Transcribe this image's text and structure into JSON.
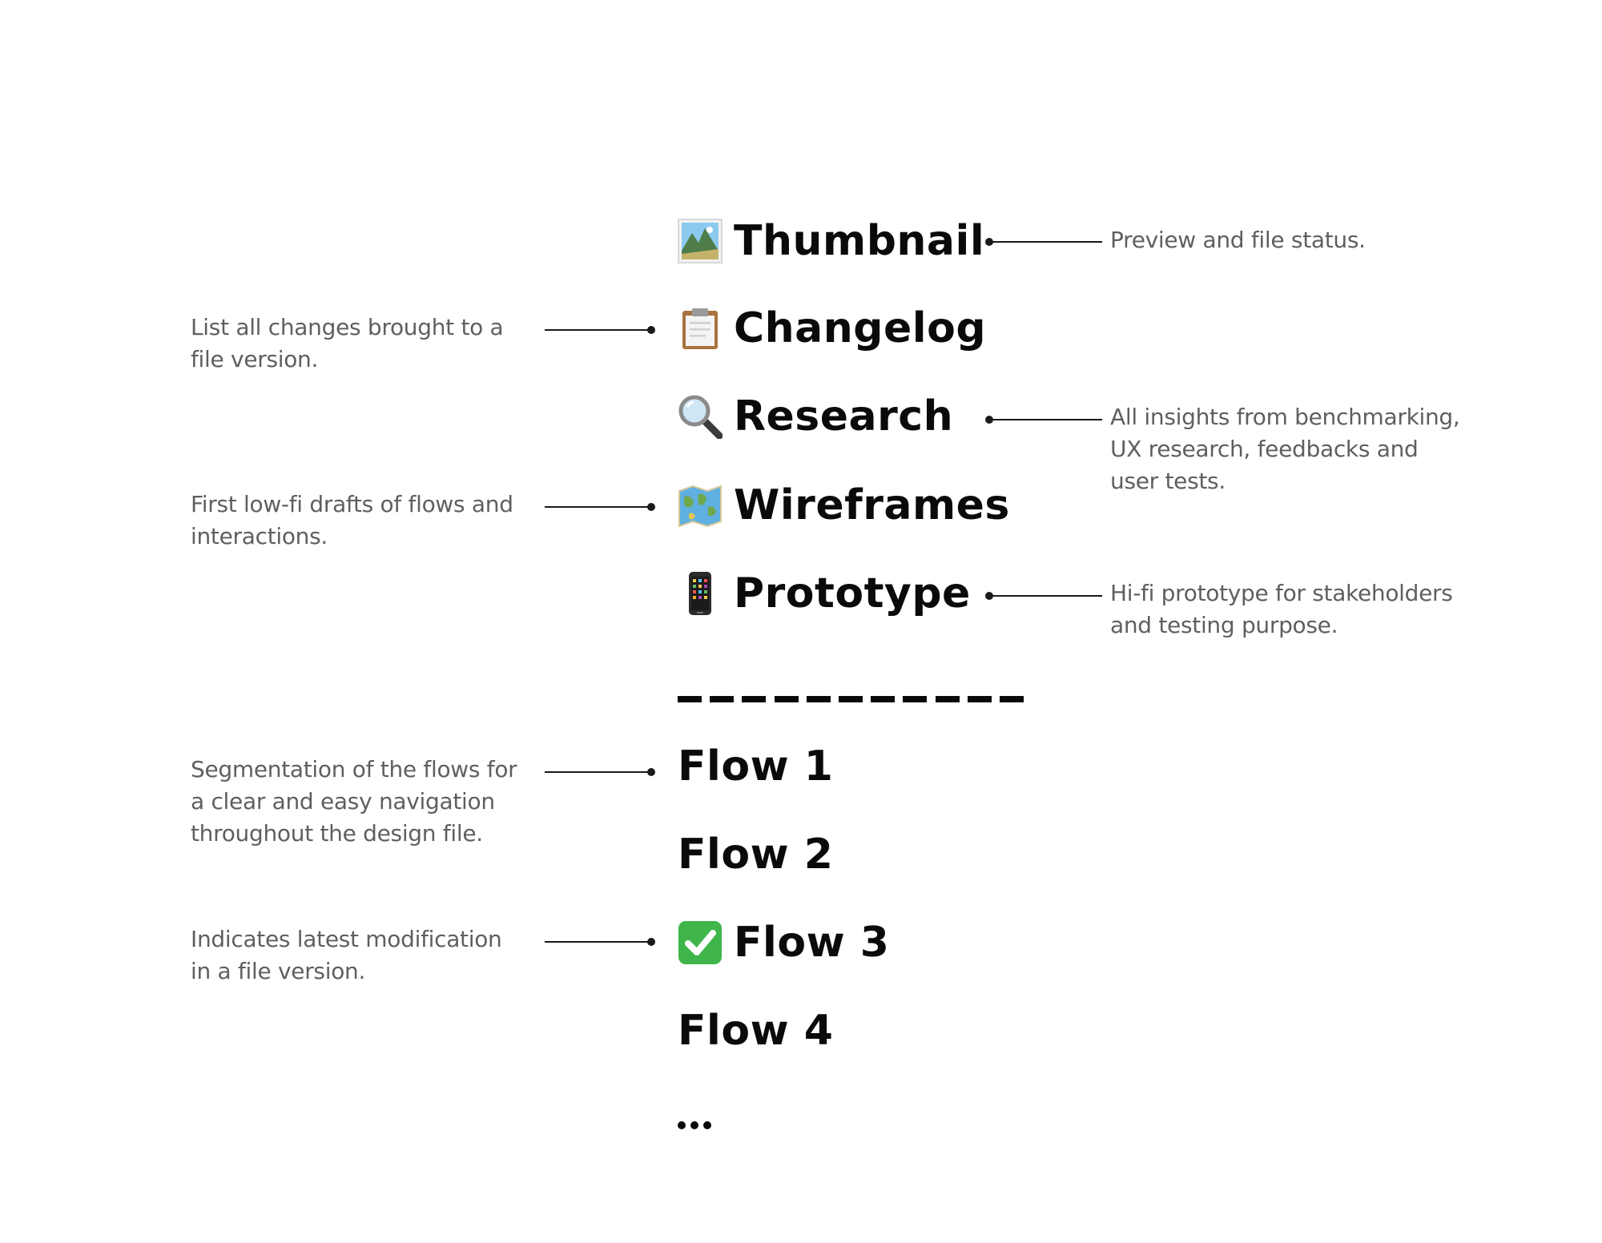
{
  "pages": {
    "thumbnail": {
      "label": "Thumbnail",
      "icon": "framed-picture-icon"
    },
    "changelog": {
      "label": "Changelog",
      "icon": "clipboard-icon"
    },
    "research": {
      "label": "Research",
      "icon": "magnifying-glass-icon"
    },
    "wireframes": {
      "label": "Wireframes",
      "icon": "world-map-icon"
    },
    "prototype": {
      "label": "Prototype",
      "icon": "mobile-phone-icon"
    },
    "flow1": {
      "label": "Flow 1"
    },
    "flow2": {
      "label": "Flow 2"
    },
    "flow3": {
      "label": "Flow 3",
      "icon": "check-mark-button-icon"
    },
    "flow4": {
      "label": "Flow 4"
    }
  },
  "notes": {
    "thumbnail": "Preview and file status.",
    "changelog": [
      "List all changes brought to a",
      "file version."
    ],
    "research": [
      "All insights from benchmarking,",
      "UX research, feedbacks and",
      "user tests."
    ],
    "wireframes": [
      "First low-fi drafts of flows and",
      "interactions."
    ],
    "prototype": [
      "Hi-fi prototype for stakeholders",
      "and testing purpose."
    ],
    "flows": [
      "Segmentation of the flows for",
      "a clear and easy navigation",
      "throughout the design file."
    ],
    "latest": [
      "Indicates latest modification",
      "in a file version."
    ]
  },
  "colors": {
    "title": "#0a0a0a",
    "note": "#5f5f5f",
    "connector": "#1a1a1a",
    "check_green": "#3fb54a"
  }
}
